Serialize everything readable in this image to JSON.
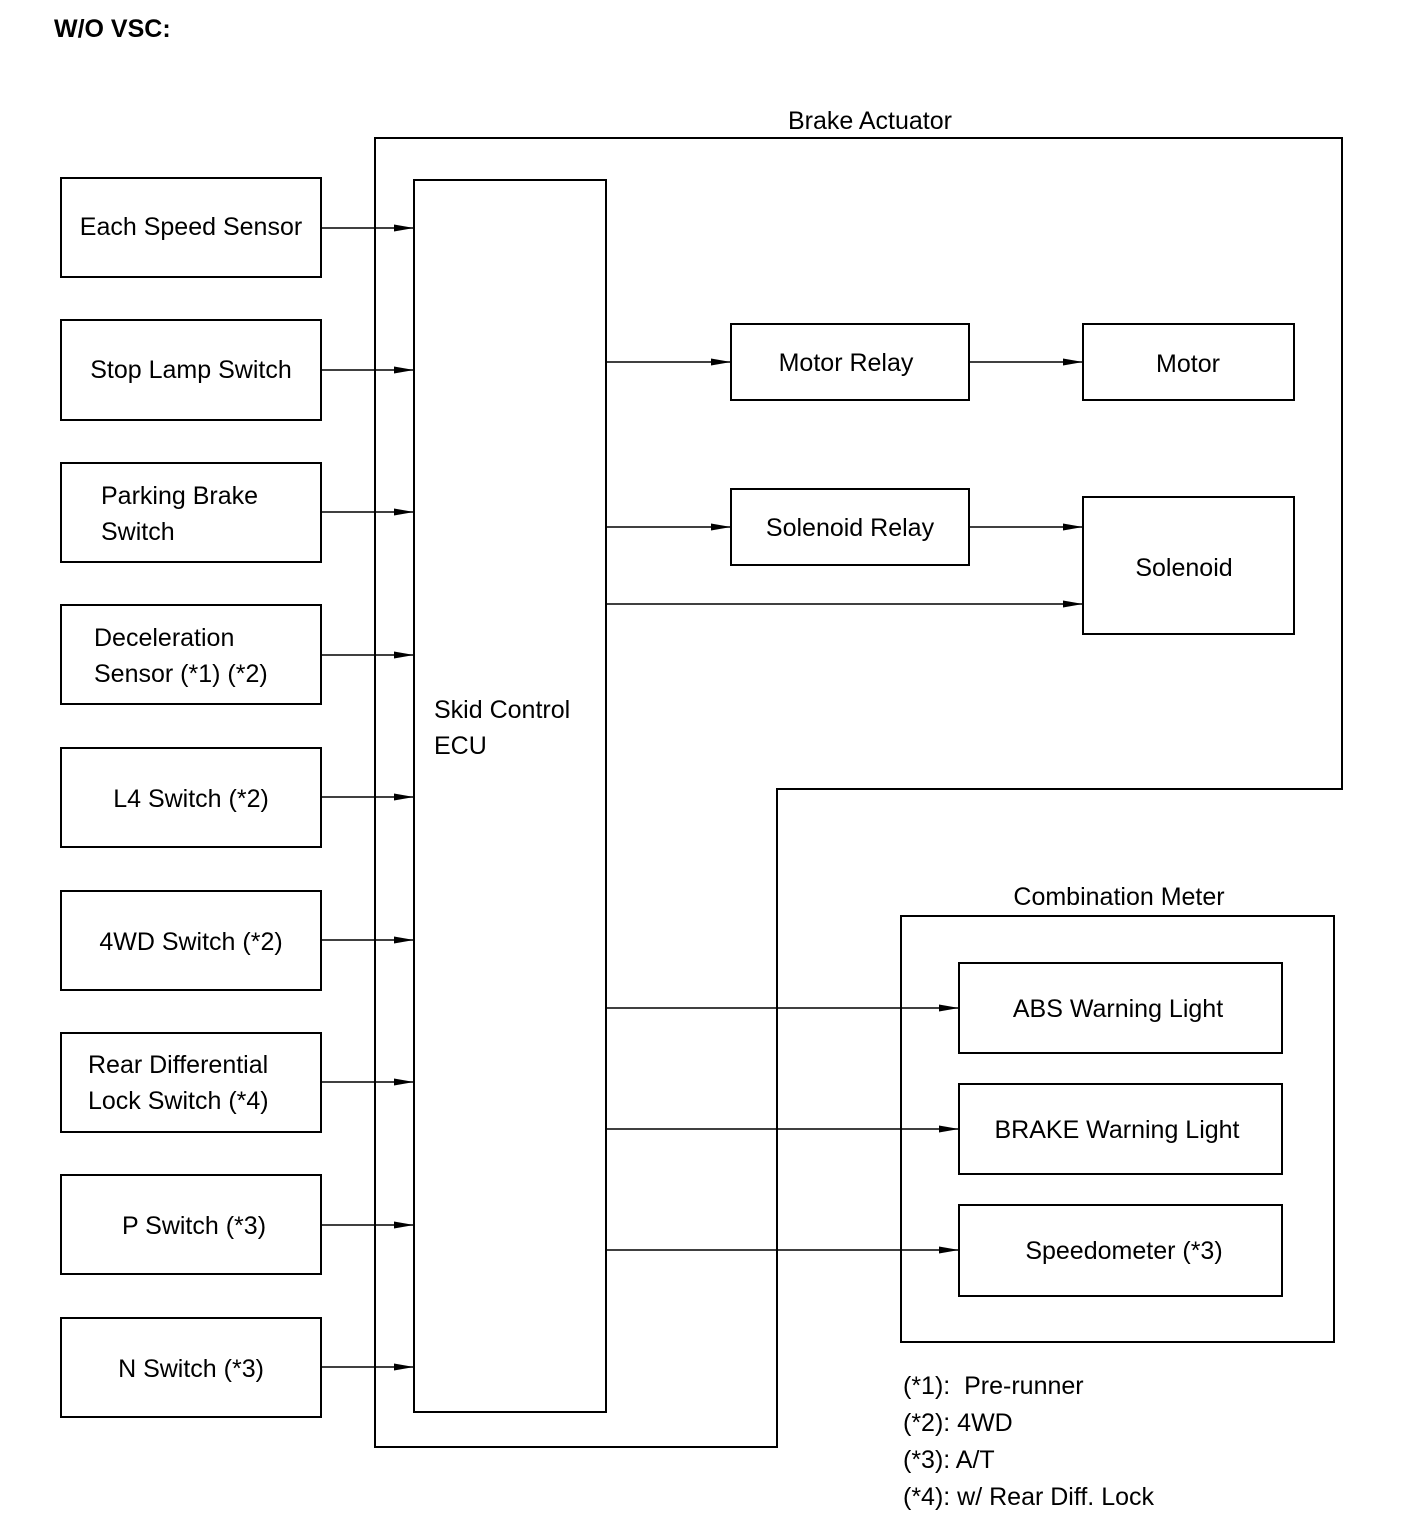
{
  "title": "W/O VSC:",
  "brake_actuator": {
    "label": "Brake Actuator"
  },
  "ecu": {
    "line1": "Skid Control",
    "line2": "ECU"
  },
  "inputs": [
    {
      "line1": "Each Speed Sensor",
      "line2": ""
    },
    {
      "line1": "Stop Lamp Switch",
      "line2": ""
    },
    {
      "line1": "Parking Brake",
      "line2": "Switch"
    },
    {
      "line1": "Deceleration",
      "line2": "Sensor (*1) (*2)"
    },
    {
      "line1": "L4 Switch (*2)",
      "line2": ""
    },
    {
      "line1": "4WD Switch (*2)",
      "line2": ""
    },
    {
      "line1": "Rear Differential",
      "line2": "Lock Switch (*4)"
    },
    {
      "line1": "P Switch (*3)",
      "line2": ""
    },
    {
      "line1": "N Switch (*3)",
      "line2": ""
    }
  ],
  "actuator_parts": {
    "motor_relay": "Motor Relay",
    "motor": "Motor",
    "solenoid_relay": "Solenoid Relay",
    "solenoid": "Solenoid"
  },
  "combination_meter": {
    "label": "Combination Meter",
    "items": [
      "ABS Warning Light",
      "BRAKE Warning Light",
      "Speedometer (*3)"
    ]
  },
  "notes": [
    "(*1):  Pre-runner",
    "(*2): 4WD",
    "(*3): A/T",
    "(*4): w/ Rear Diff. Lock"
  ]
}
